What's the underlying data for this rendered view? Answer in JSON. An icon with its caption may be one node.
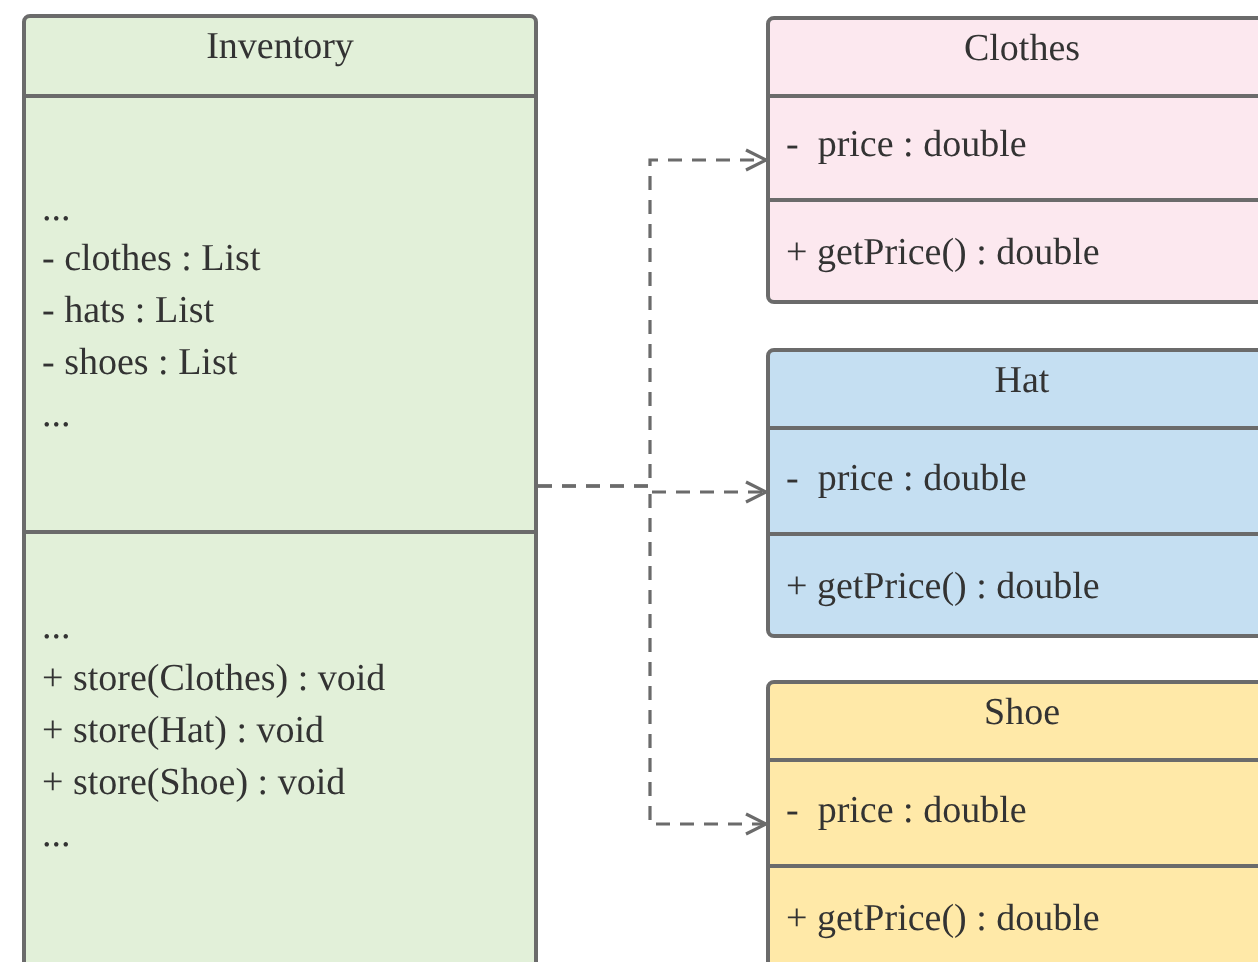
{
  "diagram": {
    "nodes": [
      {
        "text": [
          "Inventory",
          "...",
          "- clothes : List",
          "- hats : List",
          "- shoes : List",
          "...",
          "...",
          "+ store(Clothes) : void",
          "+ store(Hat) : void",
          "+ store(Shoe) : void",
          "..."
        ]
      },
      {
        "text": [
          "Clothes",
          "-  price : double",
          "+ getPrice() : double"
        ]
      },
      {
        "text": [
          "Hat",
          "-  price : double",
          "+ getPrice() : double"
        ]
      },
      {
        "text": [
          "Shoe",
          "-  price : double",
          "+ getPrice() : double"
        ]
      }
    ],
    "edges": [
      {
        "from": 0,
        "to": 1,
        "arrow": "to",
        "style": "dashed"
      },
      {
        "from": 0,
        "to": 2,
        "arrow": "to",
        "style": "dashed"
      },
      {
        "from": 0,
        "to": 3,
        "arrow": "to",
        "style": "dashed"
      }
    ]
  }
}
